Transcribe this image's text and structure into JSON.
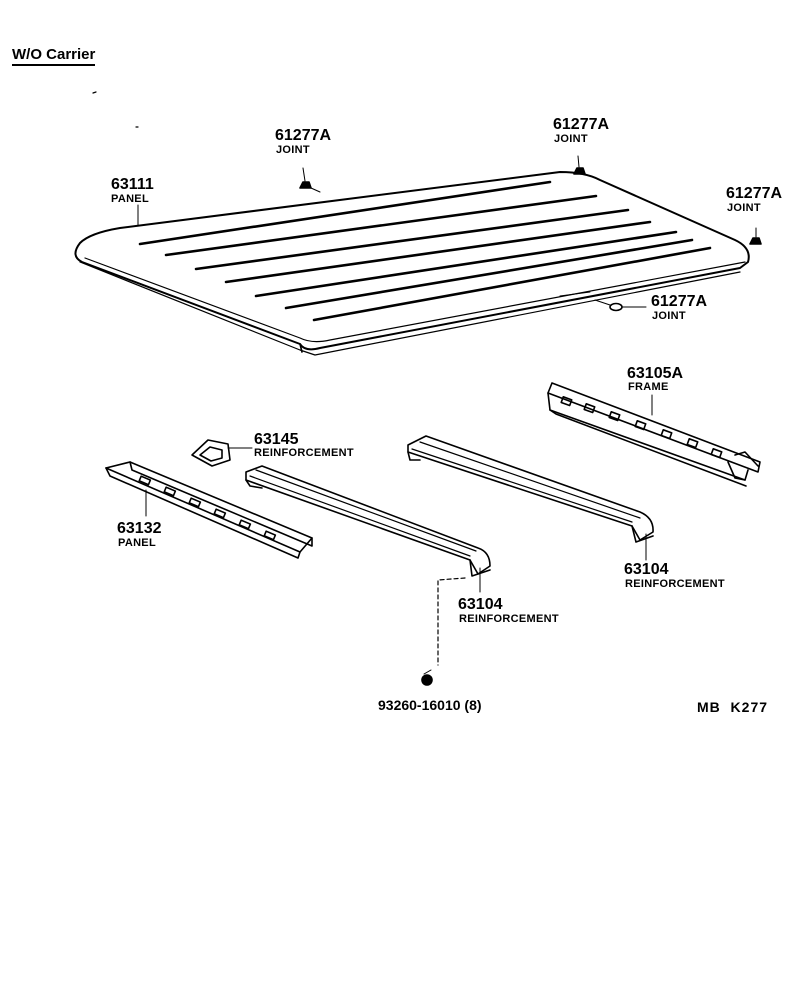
{
  "title": "W/O Carrier",
  "diagram_code": "MB  K277",
  "callouts": {
    "roof_panel": {
      "number": "63111",
      "name": "PANEL"
    },
    "joint_top_center": {
      "number": "61277A",
      "name": "JOINT"
    },
    "joint_top_right": {
      "number": "61277A",
      "name": "JOINT"
    },
    "joint_right": {
      "number": "61277A",
      "name": "JOINT"
    },
    "joint_front": {
      "number": "61277A",
      "name": "JOINT"
    },
    "rear_frame": {
      "number": "63105A",
      "name": "FRAME"
    },
    "small_reinforcement": {
      "number": "63145",
      "name": "REINFORCEMENT"
    },
    "front_panel": {
      "number": "63132",
      "name": "PANEL"
    },
    "bow_right": {
      "number": "63104",
      "name": "REINFORCEMENT"
    },
    "bow_left": {
      "number": "63104",
      "name": "REINFORCEMENT"
    },
    "screw": {
      "number": "93260-16010 (8)"
    }
  }
}
